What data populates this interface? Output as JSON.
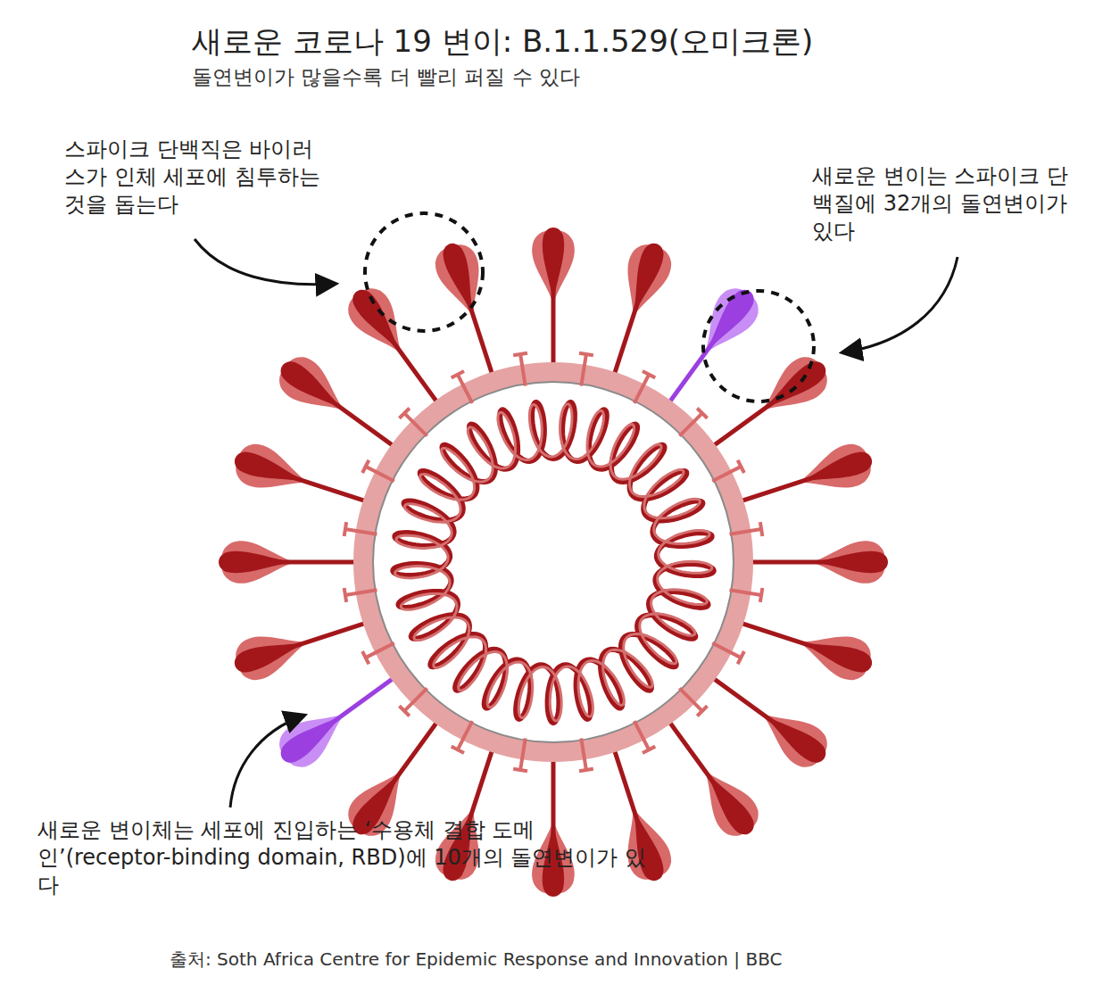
{
  "diagram": {
    "title": "새로운 코로나 19 변이: B.1.1.529(오미크론)",
    "caption": "출처: Soth Africa Centre for Epidemic Response and Innovation | BBC",
    "labels": [
      "돌연변이가 많을수록 더 빨리 퍼질 수 있다",
      "스파이크 단백직은 바이러스가 인체 세포에 침투하는 것을 돕는다",
      "새로운 변이는 스파이크 단백질에 32개의 돌연변이가 있다",
      "새로운 변이체는 세포에 진입하는 ‘수용체 결합 도메인’(receptor-binding domain, RBD)에 10개의 돌연변이가 있다"
    ]
  }
}
